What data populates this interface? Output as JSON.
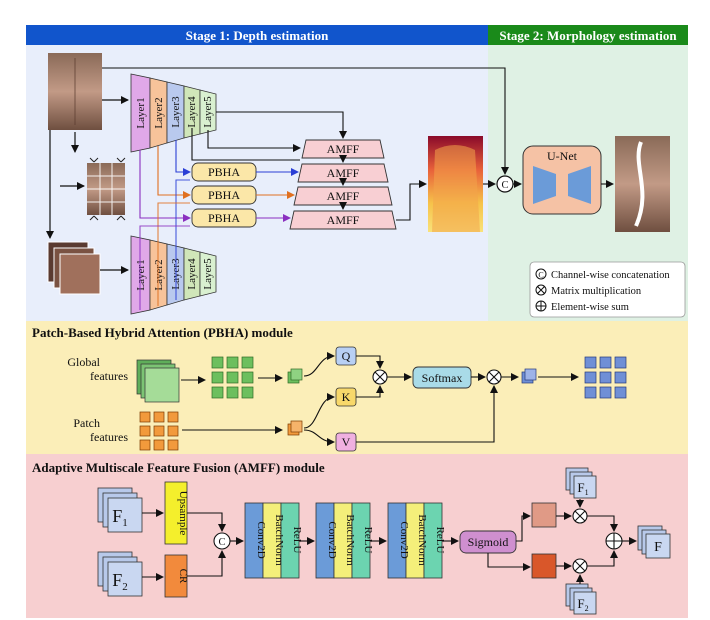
{
  "banner": {
    "stage1": "Stage 1: Depth estimation",
    "stage2": "Stage 2: Morphology estimation",
    "stage1_color": "#1155cc",
    "stage2_color": "#1a8a1a"
  },
  "encoder_top": {
    "layers": [
      "Layer1",
      "Layer2",
      "Layer3",
      "Layer4",
      "Layer5"
    ]
  },
  "encoder_bottom": {
    "layers": [
      "Layer1",
      "Layer2",
      "Layer3",
      "Layer4",
      "Layer5"
    ]
  },
  "layer_colors": [
    "#e0a8e8",
    "#f7c39a",
    "#b9c9ee",
    "#d0e6b9",
    "#d9f0d0"
  ],
  "pbha_label": "PBHA",
  "amff_label": "AMFF",
  "unet_label": "U-Net",
  "legend": {
    "concat": "Channel-wise concatenation",
    "matmul": "Matrix multiplication",
    "sum": "Element-wise sum"
  },
  "pbha_module": {
    "title": "Patch-Based Hybrid Attention (PBHA) module",
    "global_line1": "Global",
    "global_line2": "features",
    "patch_line1": "Patch",
    "patch_line2": "features",
    "q": "Q",
    "k": "K",
    "v": "V",
    "softmax": "Softmax"
  },
  "amff_module": {
    "title": "Adaptive Multiscale Feature Fusion (AMFF) module",
    "f1": "F",
    "f1_sub": "1",
    "f2": "F",
    "f2_sub": "2",
    "f": "F",
    "upsample": "Upsample",
    "cr": "CR",
    "conv": "Conv2D",
    "bn": "BatchNorm",
    "relu": "ReLU",
    "sigmoid": "Sigmoid",
    "concat_symbol": "C"
  }
}
